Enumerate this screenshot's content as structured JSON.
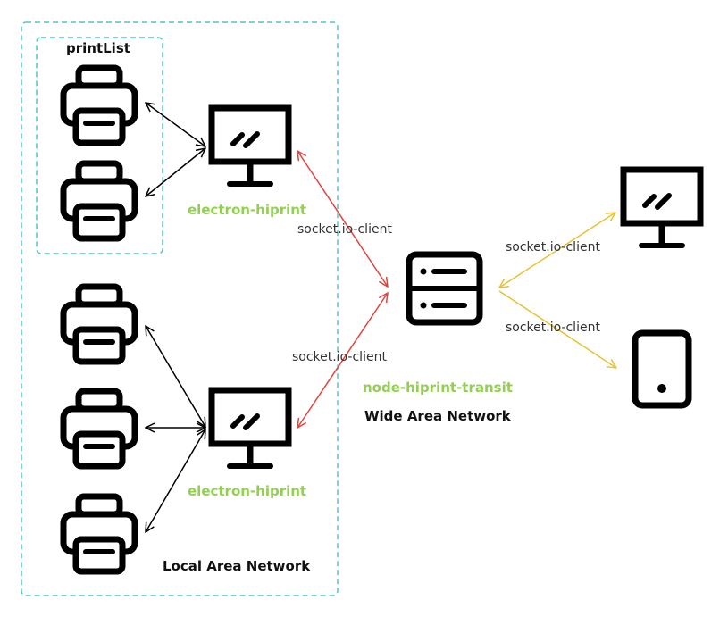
{
  "labels": {
    "print_list": "printList",
    "local_area_network": "Local Area Network",
    "wide_area_network": "Wide Area Network",
    "client_top": "electron-hiprint",
    "client_bottom": "electron-hiprint",
    "transit_server": "node-hiprint-transit",
    "conn_top": "socket.io-client",
    "conn_bottom": "socket.io-client",
    "conn_right_top": "socket.io-client",
    "conn_right_bottom": "socket.io-client"
  },
  "colors": {
    "lan_border": "#4ec9c6",
    "link_red": "#e0443e",
    "link_yellow": "#e6c235",
    "link_black": "#000000",
    "label_green": "#92d050",
    "icon_black": "#000000"
  },
  "icons": {
    "printer": "printer-icon",
    "monitor": "monitor-icon",
    "server": "server-icon",
    "tablet": "tablet-icon"
  }
}
